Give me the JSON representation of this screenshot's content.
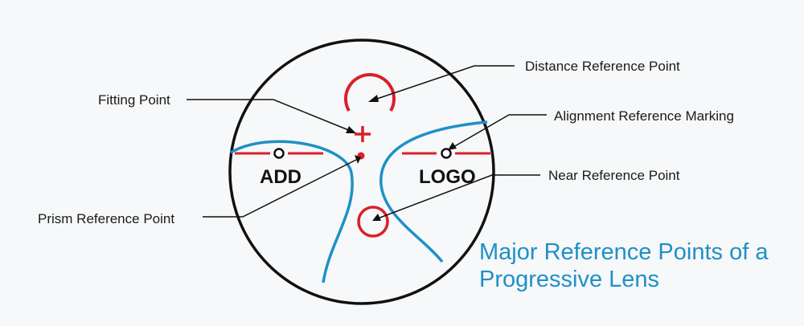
{
  "colors": {
    "outline": "#111111",
    "red_marks": "#d9202b",
    "blue_curves": "#1e90c8",
    "leader_lines": "#111111",
    "title": "#1e90c8"
  },
  "labels": {
    "distance_reference_point": "Distance Reference Point",
    "fitting_point": "Fitting Point",
    "alignment_reference_marking": "Alignment Reference Marking",
    "near_reference_point": "Near Reference Point",
    "prism_reference_point": "Prism Reference Point"
  },
  "lens_markings": {
    "left_text": "ADD",
    "right_text": "LOGO"
  },
  "title": {
    "line1": "Major Reference Points of a",
    "line2": "Progressive Lens"
  }
}
